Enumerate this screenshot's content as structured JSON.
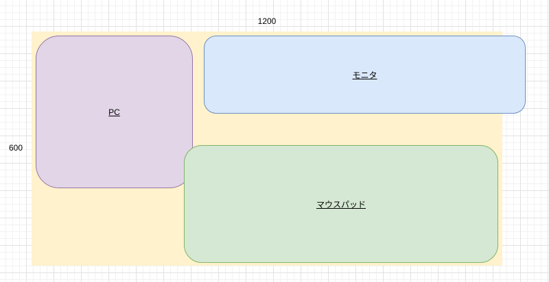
{
  "diagram": {
    "dimensions": {
      "width_label": "1200",
      "height_label": "600"
    },
    "shapes": [
      {
        "id": "pc",
        "label": "PC",
        "fill": "#e1d5e7",
        "stroke": "#9673a6"
      },
      {
        "id": "monitor",
        "label": "モニタ",
        "fill": "#dae8fc",
        "stroke": "#6c8ebf"
      },
      {
        "id": "mousepad",
        "label": "マウスパッド",
        "fill": "#d5e8d4",
        "stroke": "#82b366"
      }
    ],
    "desk_fill": "#fff2cc"
  }
}
